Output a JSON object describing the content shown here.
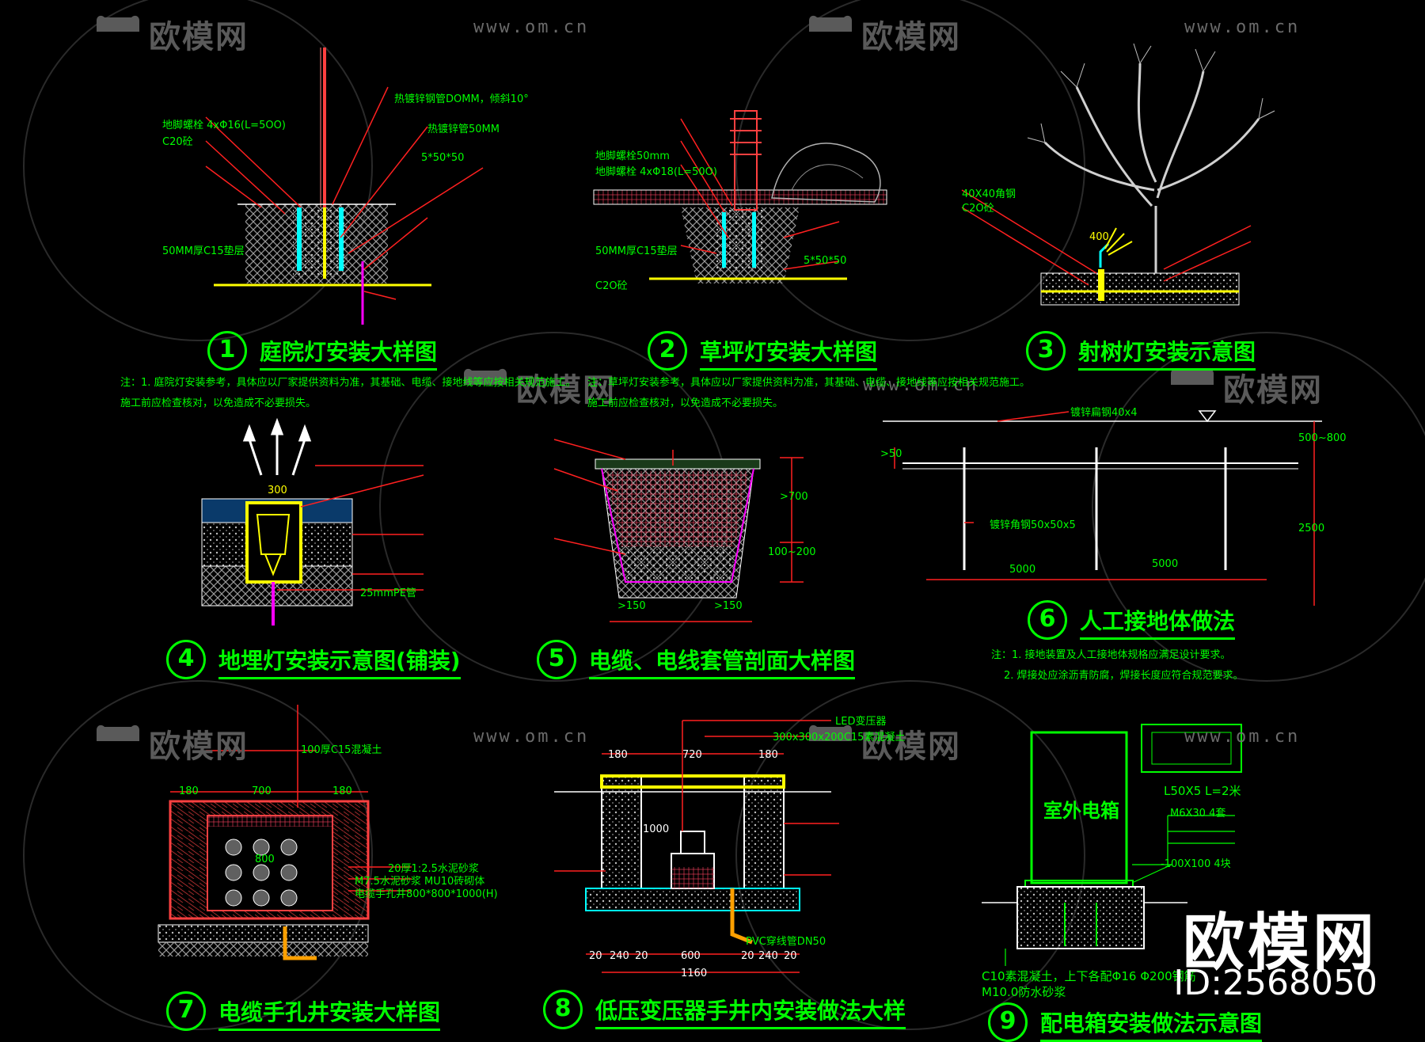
{
  "watermark": {
    "brand": "欧模网",
    "url": "www.om.cn",
    "big_brand": "欧模网",
    "big_id": "ID:2568050"
  },
  "panels": [
    {
      "num": "1",
      "title": "庭院灯安装大样图"
    },
    {
      "num": "2",
      "title": "草坪灯安装大样图"
    },
    {
      "num": "3",
      "title": "射树灯安装示意图"
    },
    {
      "num": "4",
      "title": "地埋灯安装示意图(铺装)"
    },
    {
      "num": "5",
      "title": "电缆、电线套管剖面大样图"
    },
    {
      "num": "6",
      "title": "人工接地体做法"
    },
    {
      "num": "7",
      "title": "电缆手孔井安装大样图"
    },
    {
      "num": "8",
      "title": "低压变压器手井内安装做法大样"
    },
    {
      "num": "9",
      "title": "配电箱安装做法示意图"
    }
  ],
  "labels": {
    "p1": {
      "a": "热镀锌钢管DOMM，倾斜10°",
      "b": "地脚螺栓 4xΦ16(L=5OO)",
      "c": "C20砼",
      "d": "50MM厚C15垫层",
      "e": "5*50*50",
      "f": "热镀锌管50MM"
    },
    "p2": {
      "a": "地脚螺栓50mm",
      "b": "地脚螺栓 4xΦ18(L=50O)",
      "c": "50MM厚C15垫层",
      "d": "C2O砼",
      "e": "5*50*50"
    },
    "p3": {
      "a": "40X40角钢",
      "b": "C2O砼",
      "c": "400"
    },
    "p4": {
      "a": "300",
      "b": "25mmPE管"
    },
    "p5": {
      "a": ">700",
      "b": "100~200",
      "c": ">150",
      "d": ">150"
    },
    "p6": {
      "a": "镀锌扁钢40x4",
      "b": "镀锌角钢50x50x5",
      "c": "5000",
      "d": "5000",
      "e": "2500",
      "f": "500~800",
      "g": ">50",
      "note1": "注：1. 接地装置及人工接地体规格应满足设计要求。",
      "note2": "2. 焊接处应涂沥青防腐，焊接长度应符合规范要求。"
    },
    "p7": {
      "a": "100厚C15混凝土",
      "b": "180",
      "c": "700",
      "d": "180",
      "e": "800",
      "f": "20厚1:2.5水泥砂浆",
      "g": "M7.5水泥砂浆 MU10砖砌体",
      "h": "电缆手孔井800*800*1000(H)"
    },
    "p8": {
      "a": "LED变压器",
      "b": "300x300x200C15素混凝土",
      "c": "180",
      "d": "720",
      "e": "180",
      "f": "1000",
      "g": "PVC穿线管DN50",
      "h": "20",
      "i": "240",
      "j": "20",
      "k": "600",
      "l": "20",
      "m": "240",
      "n": "20",
      "o": "1160"
    },
    "p9": {
      "a": "室外电箱",
      "b": "L50X5 L=2米",
      "c": "M6X30 4套",
      "d": "-100X100 4块",
      "e": "C10素混凝土，上下各配Φ16 Φ200钢筋",
      "f": "M10.0防水砂浆"
    }
  },
  "notes": {
    "n1": "注：1. 庭院灯安装参考，具体应以厂家提供资料为准，其基础、电缆、接地线等应按相关规范施工。",
    "n2": "施工前应检查核对，以免造成不必要损失。",
    "n3": "注：草坪灯安装参考，具体应以厂家提供资料为准，其基础、电缆、接地线等应按相关规范施工。",
    "n4": "施工前应检查核对，以免造成不必要损失。"
  },
  "colors": {
    "background": "#000000",
    "annotation_green": "#00ff00",
    "leader_red": "#ff2020",
    "line_white": "#ffffff",
    "detail_yellow": "#ffff00",
    "pipe_cyan": "#00ffff",
    "pipe_magenta": "#ff00ff",
    "watermark_grey": "#5a5a5a"
  }
}
